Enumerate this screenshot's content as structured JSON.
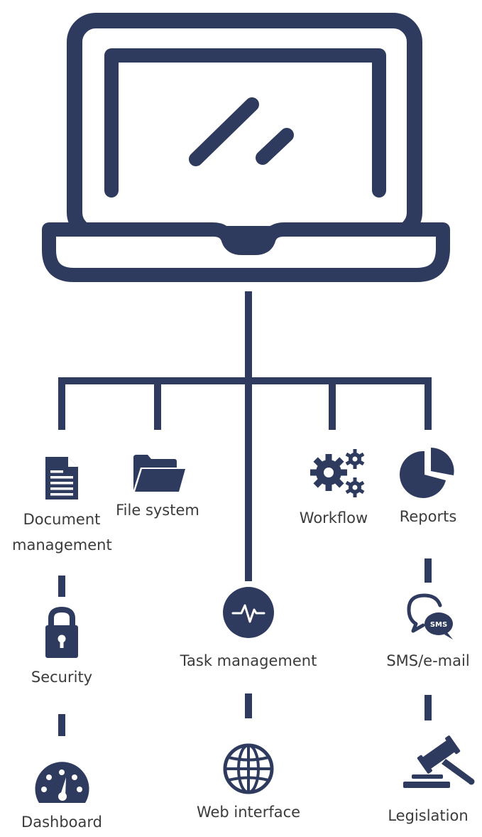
{
  "colors": {
    "navy": "#2e3b5e",
    "text": "#3b3b3b",
    "background": "#ffffff"
  },
  "icons": {
    "hub": "laptop-icon",
    "document_management": "document-icon",
    "file_system": "folder-icon",
    "workflow": "gears-icon",
    "reports": "pie-chart-icon",
    "security": "padlock-icon",
    "task_management": "pulse-icon",
    "sms_email": "sms-chat-icon",
    "dashboard": "gauge-icon",
    "web_interface": "globe-icon",
    "legislation": "gavel-icon"
  },
  "labels": {
    "document_management_line1": "Document",
    "document_management_line2": "management",
    "file_system": "File system",
    "workflow": "Workflow",
    "reports": "Reports",
    "security": "Security",
    "task_management": "Task management",
    "sms_email": "SMS/e-mail",
    "dashboard": "Dashboard",
    "web_interface": "Web interface",
    "legislation": "Legislation",
    "sms_badge": "SMS"
  }
}
